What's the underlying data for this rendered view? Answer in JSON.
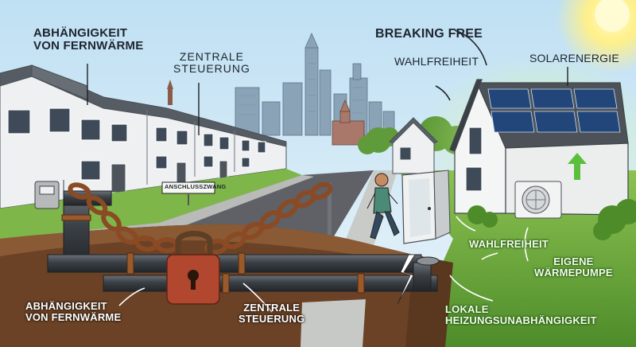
{
  "labels": {
    "top_left_dependency": [
      "ABHÄNGIGKEIT",
      "VON FERNWÄRME"
    ],
    "top_central_control": [
      "ZENTRALE",
      "STEUERUNG"
    ],
    "breaking_free": "BREAKING FREE",
    "top_freedom_of_choice": "WAHLFREIHEIT",
    "solar_energy": "SOLARENERGIE",
    "sign_connection_obligation": "ANSCHLUSSZWANG",
    "bottom_left_dependency": [
      "ABHÄNGIGKEIT",
      "VON FERNWÄRME"
    ],
    "bottom_central_control": [
      "ZENTRALE",
      "STEUERUNG"
    ],
    "bottom_freedom_of_choice": "WAHLFREIHEIT",
    "own_heat_pump": [
      "EIGENE",
      "WÄRMEPUMPE"
    ],
    "local_heating_independence": [
      "LOKALE",
      "HEIZUNGSUNABHÄNGIGKEIT"
    ]
  },
  "colors": {
    "sky": "#cfe6f4",
    "pipe": "#3a3f45",
    "rust": "#8a4a24",
    "lock": "#b0472e",
    "grass": "#6fae3c",
    "glow": "#a6e85a"
  }
}
